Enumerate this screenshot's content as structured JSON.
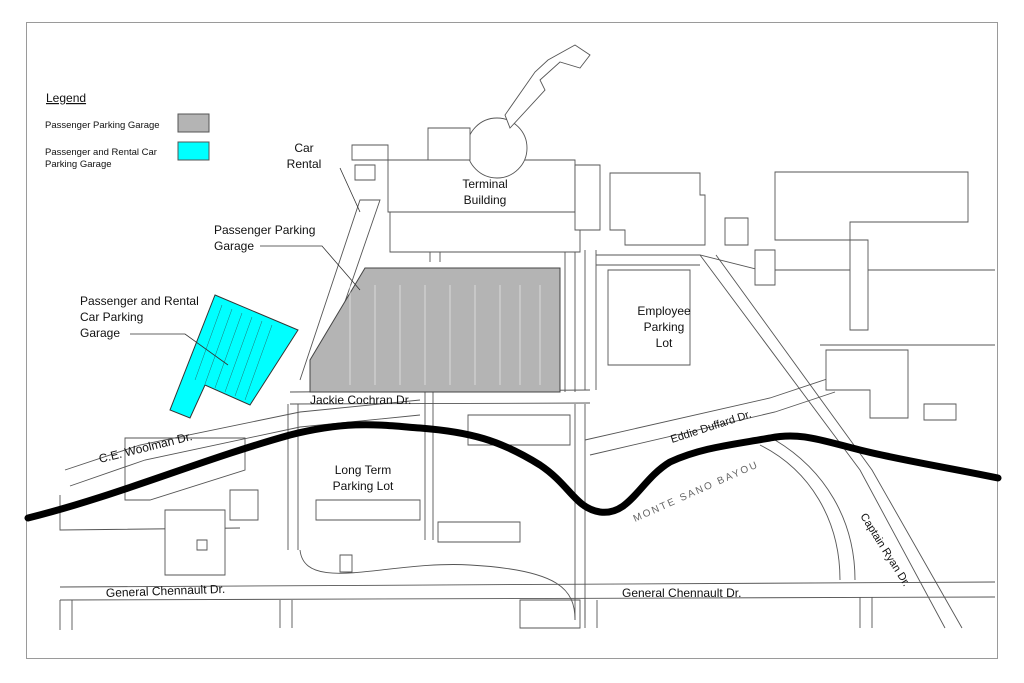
{
  "legend": {
    "title": "Legend",
    "items": [
      {
        "label": "Passenger Parking Garage",
        "color": "#b4b4b4"
      },
      {
        "label_line1": "Passenger and Rental Car",
        "label_line2": "Parking Garage",
        "color": "#00ffff"
      }
    ]
  },
  "labels": {
    "car_rental": [
      "Car",
      "Rental"
    ],
    "terminal": [
      "Terminal",
      "Building"
    ],
    "passenger_garage": [
      "Passenger Parking",
      "Garage"
    ],
    "rental_garage": [
      "Passenger and Rental",
      "Car Parking",
      "Garage"
    ],
    "employee_lot": [
      "Employee",
      "Parking",
      "Lot"
    ],
    "long_term_lot": [
      "Long Term",
      "Parking Lot"
    ],
    "jackie_cochran": "Jackie Cochran Dr.",
    "ce_woolman": "C.E. Woolman Dr.",
    "eddie_duffard": "Eddie Duffard Dr.",
    "monte_sano": "MONTE SANO BAYOU",
    "captain_ryan": "Captain Ryan Dr.",
    "general_chennault_west": "General Chennault Dr.",
    "general_chennault_east": "General Chennault Dr."
  },
  "colors": {
    "passenger_garage_fill": "#b4b4b4",
    "rental_garage_fill": "#00ffff",
    "bayou": "#000000"
  }
}
